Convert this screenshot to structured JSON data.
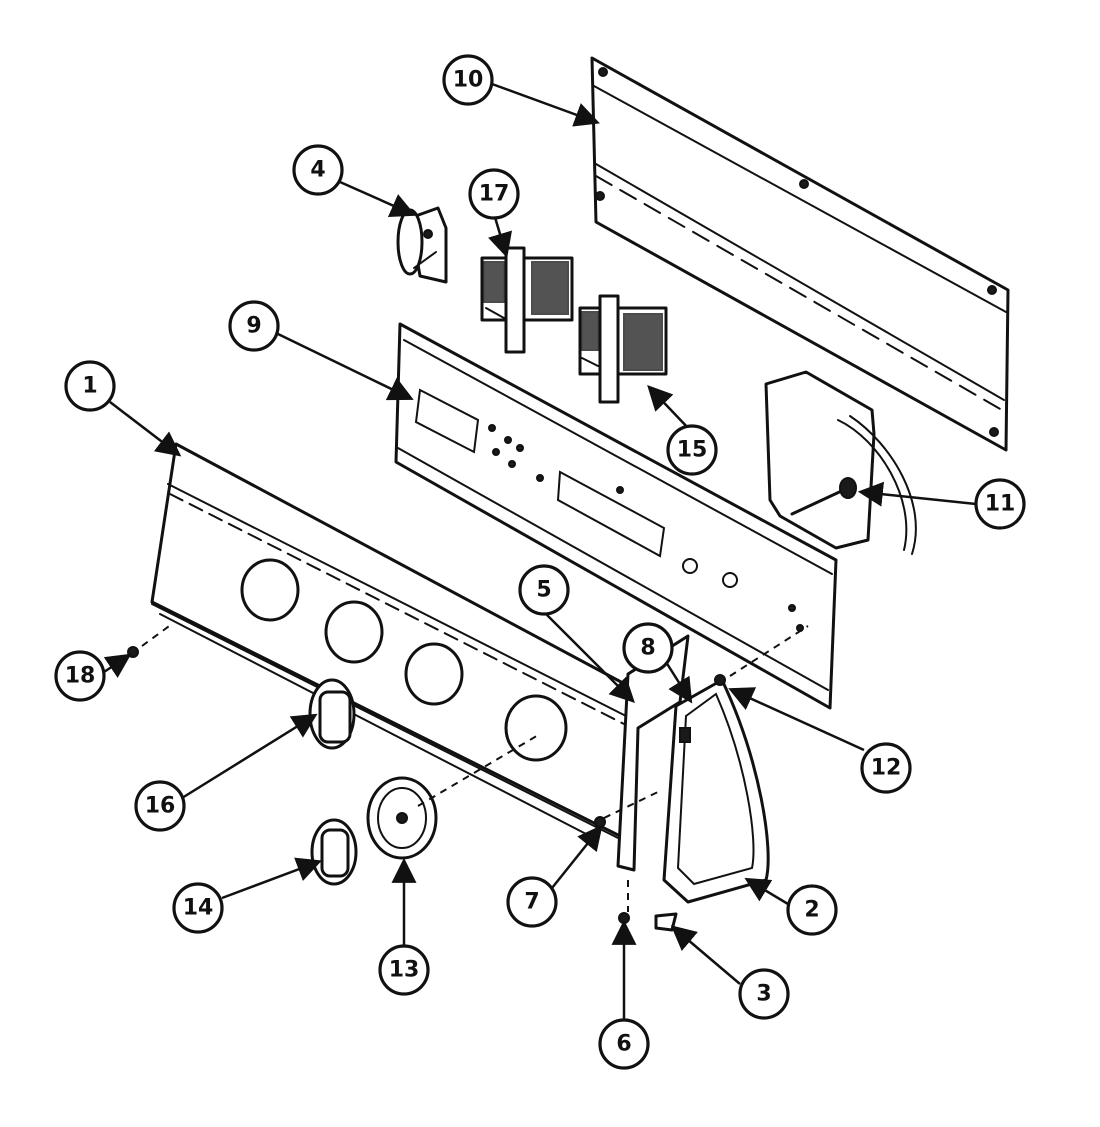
{
  "callouts": [
    {
      "id": "1",
      "label": "1"
    },
    {
      "id": "2",
      "label": "2"
    },
    {
      "id": "3",
      "label": "3"
    },
    {
      "id": "4",
      "label": "4"
    },
    {
      "id": "5",
      "label": "5"
    },
    {
      "id": "6",
      "label": "6"
    },
    {
      "id": "7",
      "label": "7"
    },
    {
      "id": "8",
      "label": "8"
    },
    {
      "id": "9",
      "label": "9"
    },
    {
      "id": "10",
      "label": "10"
    },
    {
      "id": "11",
      "label": "11"
    },
    {
      "id": "12",
      "label": "12"
    },
    {
      "id": "13",
      "label": "13"
    },
    {
      "id": "14",
      "label": "14"
    },
    {
      "id": "15",
      "label": "15"
    },
    {
      "id": "16",
      "label": "16"
    },
    {
      "id": "17",
      "label": "17"
    },
    {
      "id": "18",
      "label": "18"
    }
  ],
  "colors": {
    "ink": "#111111",
    "background": "#ffffff"
  }
}
